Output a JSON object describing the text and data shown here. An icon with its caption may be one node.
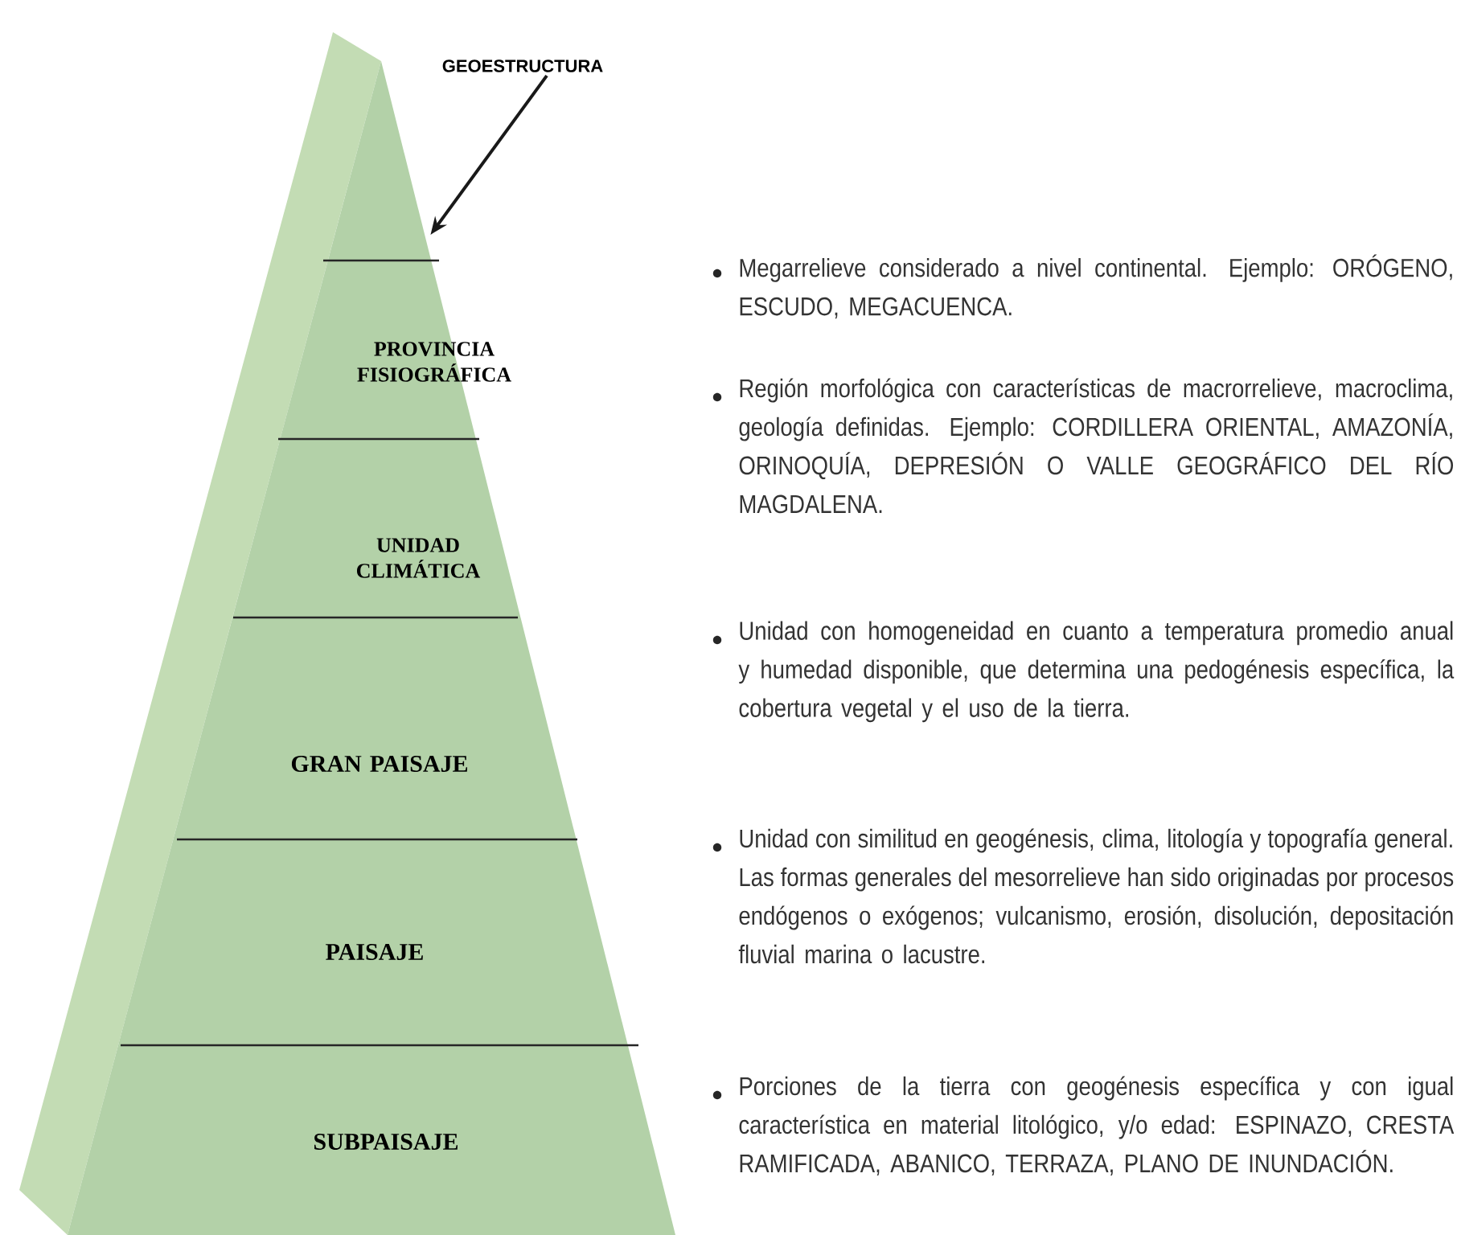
{
  "diagram": {
    "nodes": [
      {
        "text": [
          "GEOESTRUCTURA"
        ]
      },
      {
        "text": [],
        "shape": "triangle"
      },
      {
        "text": [
          "PROVINCIA FISIOGRÁFICA"
        ]
      },
      {
        "text": [
          "UNIDAD CLIMÁTICA"
        ]
      },
      {
        "text": [
          "GRAN PAISAJE"
        ]
      },
      {
        "text": [
          "PAISAJE"
        ]
      },
      {
        "text": [
          "SUBPAISAJE"
        ]
      }
    ],
    "edges": [
      {
        "from": 0,
        "to": 1,
        "arrow": "to"
      }
    ],
    "labels": [
      "Megarrelieve considerado a nivel continental. Ejemplo: ORÓGENO, ESCUDO, MEGACUENCA.",
      "Región morfológica con características de macrorrelieve, macroclima, geología definidas. Ejemplo: CORDILLERA ORIENTAL, AMAZONÍA, ORINOQUÍA, DEPRESIÓN O VALLE GEOGRÁFICO DEL RÍO MAGDALENA.",
      "Unidad con homogeneidad en cuanto a temperatura promedio anual y humedad disponible, que determina una pedogénesis específica, la cobertura vegetal y el uso de la tierra.",
      "Unidad con similitud en geogénesis, clima, litología y topografía general. Las formas generales del mesorrelieve han sido originadas por procesos endógenos o exógenos; vulcanismo, erosión, disolución, depositación fluvial marina o lacustre.",
      "Porciones de la tierra con geogénesis específica y con igual característica en material litológico, y/o edad: ESPINAZO, CRESTA RAMIFICADA, ABANICO, TERRAZA, PLANO DE INUNDACIÓN."
    ]
  }
}
